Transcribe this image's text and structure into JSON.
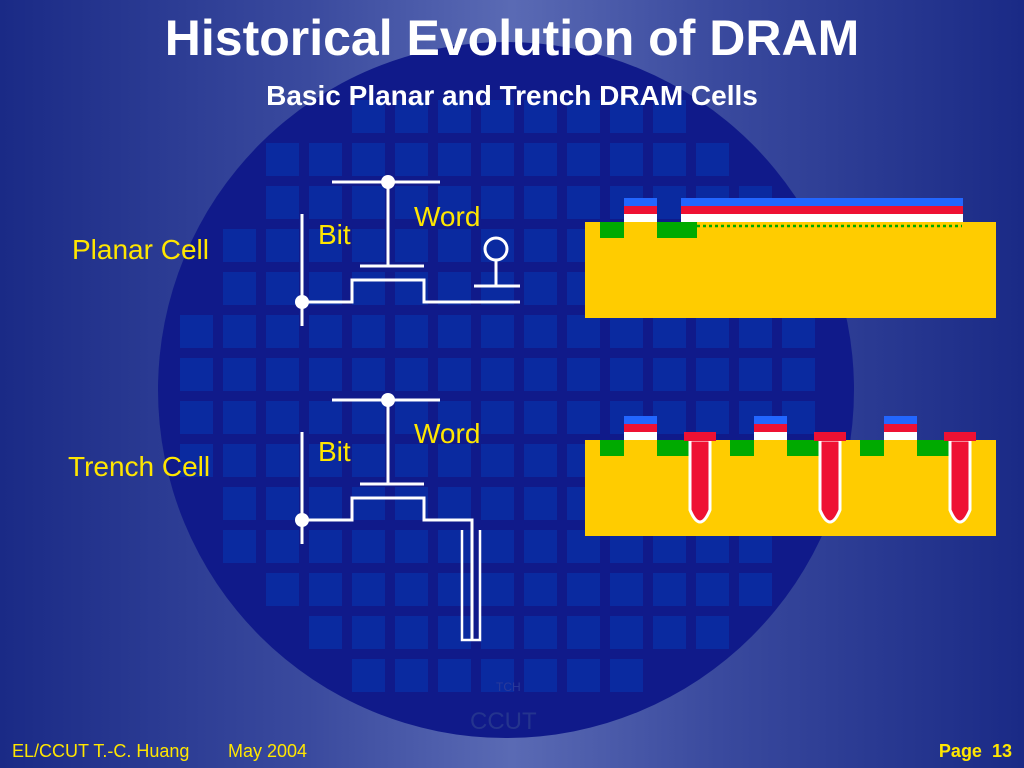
{
  "title": "Historical Evolution of DRAM",
  "subtitle": "Basic Planar and Trench DRAM Cells",
  "planar": {
    "label": "Planar Cell",
    "bit": "Bit",
    "word": "Word"
  },
  "trench": {
    "label": "Trench Cell",
    "bit": "Bit",
    "word": "Word"
  },
  "watermark": {
    "small": "TCH",
    "big": "CCUT"
  },
  "footer": {
    "author": "EL/CCUT T.-C. Huang",
    "date": "May 2004",
    "page_label": "Page",
    "page_number": "13"
  },
  "colors": {
    "background": "#2a3a9a",
    "wafer": "#101a8a",
    "die": "#0a2aa0",
    "text_yellow": "#ffe600",
    "substrate": "#ffcc00",
    "diffusion": "#00aa00",
    "polysilicon": "#ee1133",
    "metal": "#2266ff",
    "oxide": "#ffffff"
  },
  "icons": {
    "circuit_node": "filled-circle",
    "capacitor": "capacitor-symbol"
  }
}
